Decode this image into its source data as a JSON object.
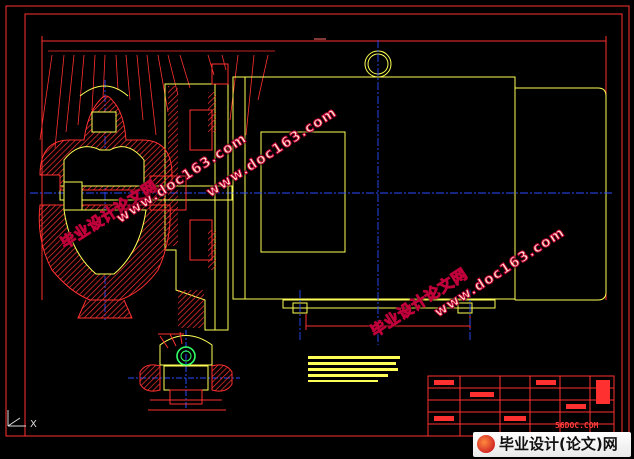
{
  "watermarks": [
    {
      "text": "毕业设计论文网",
      "kind": "cn"
    },
    {
      "text": "www.doc163.com",
      "kind": "url"
    },
    {
      "text": "毕业设计论文网",
      "kind": "cn"
    },
    {
      "text": "www.doc163.com",
      "kind": "url"
    },
    {
      "text": "www.doc163.com",
      "kind": "url"
    }
  ],
  "logo": {
    "text": "毕业设计(论文)网",
    "url": "56DOC.COM"
  },
  "ucs": {
    "x_label": "X"
  },
  "colors": {
    "frame": "#ff2020",
    "body": "#ffff55",
    "centerline": "#2a4bff",
    "hatch": "#ff2a2a",
    "background": "#000000"
  }
}
